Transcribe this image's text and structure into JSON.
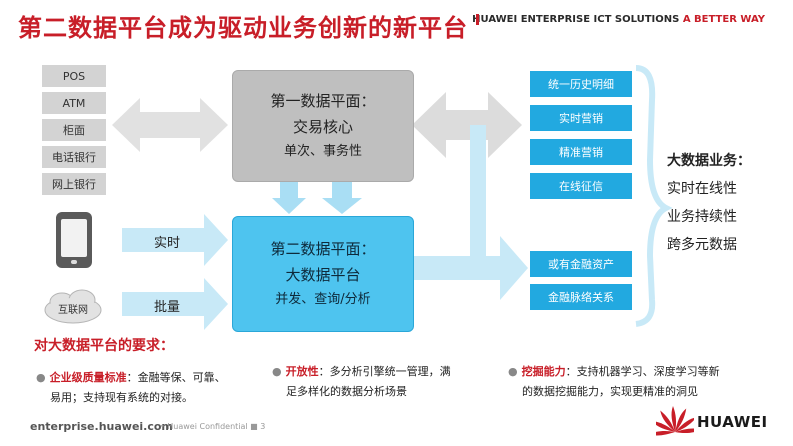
{
  "title": "第二数据平台成为驱动业务创新的新平台",
  "tagline": {
    "main": "HUAWEI ENTERPRISE ICT SOLUTIONS ",
    "accent": "A BETTER WAY"
  },
  "channels": [
    "POS",
    "ATM",
    "柜面",
    "电话银行",
    "网上银行"
  ],
  "internet_label": "互联网",
  "realtime_label": "实时",
  "batch_label": "批量",
  "plane1": {
    "line1": "第一数据平面：",
    "line2": "交易核心",
    "line3": "单次、事务性"
  },
  "plane2": {
    "line1": "第二数据平面：",
    "line2": "大数据平台",
    "line3": "并发、查询/分析"
  },
  "right_boxes": [
    "统一历史明细",
    "实时营销",
    "精准营销",
    "在线征信",
    "或有金融资产",
    "金融脉络关系"
  ],
  "big_data": {
    "heading": "大数据业务：",
    "items": [
      "实时在线性",
      "业务持续性",
      "跨多元数据"
    ]
  },
  "requirements": {
    "title": "对大数据平台的要求：",
    "r1": {
      "key": "企业级质量标准",
      "text1": "：金融等保、可靠、",
      "text2": "易用；支持现有系统的对接。"
    },
    "r2": {
      "key": "开放性",
      "text1": "：多分析引擎统一管理，满",
      "text2": "足多样化的数据分析场景"
    },
    "r3": {
      "key": "挖掘能力",
      "text1": "：支持机器学习、深度学习等新",
      "text2": "的数据挖掘能力，实现更精准的洞见"
    }
  },
  "footer": {
    "url": "enterprise.huawei.com",
    "confidential": "Huawei Confidential",
    "page": "3"
  },
  "logo": {
    "text": "HUAWEI"
  },
  "colors": {
    "red": "#c81e28",
    "blue": "#22a9e0",
    "lightblue": "#4ec4ef",
    "arrow": "#c8e9f7",
    "grey": "#d3d3d3"
  }
}
